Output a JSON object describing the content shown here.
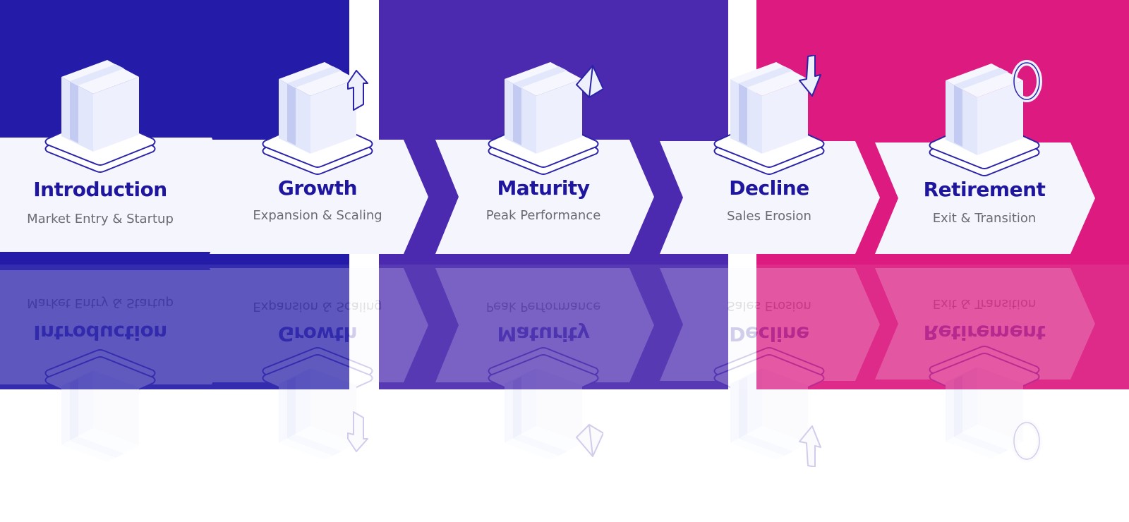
{
  "colors": {
    "panel_1": "#241ca8",
    "panel_2": "#4b2aaf",
    "panel_3": "#dc1a80",
    "chevron": "#f5f6fd",
    "title": "#1f16a0",
    "subtitle": "#6a6a72"
  },
  "stages": [
    {
      "title": "Introduction",
      "subtitle": "Market Entry & Startup",
      "icon": "box-icon"
    },
    {
      "title": "Growth",
      "subtitle": "Expansion & Scaling",
      "icon": "box-arrow-up-icon"
    },
    {
      "title": "Maturity",
      "subtitle": "Peak Performance",
      "icon": "box-pyramid-icon"
    },
    {
      "title": "Decline",
      "subtitle": "Sales Erosion",
      "icon": "box-arrow-down-icon"
    },
    {
      "title": "Retirement",
      "subtitle": "Exit & Transition",
      "icon": "box-cycle-icon"
    }
  ]
}
